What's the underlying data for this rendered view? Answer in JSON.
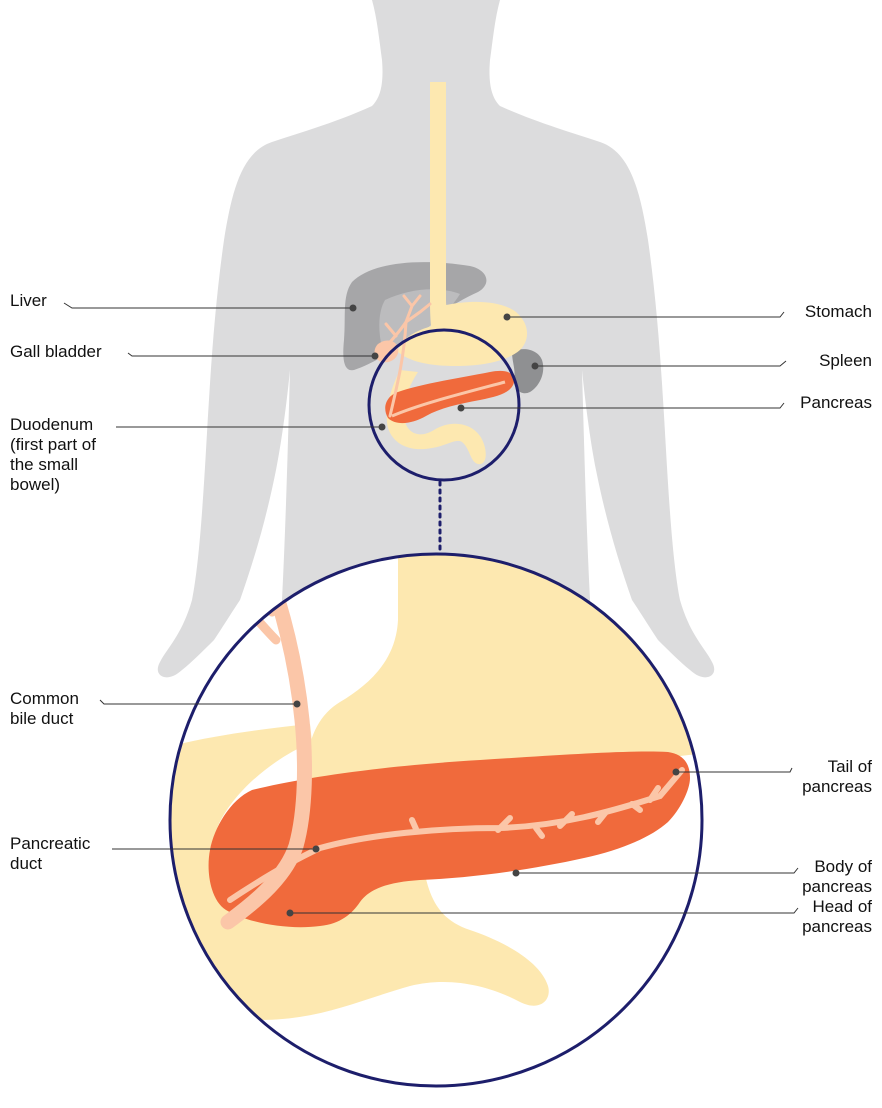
{
  "colors": {
    "body": "#dcdcdd",
    "liver": "#a6a6a8",
    "liver_light": "#bcbcbe",
    "spleen": "#8f9092",
    "gut": "#fde8b0",
    "pancreas": "#f06a3c",
    "duct": "#fbc6a8",
    "circle": "#1d1e6b",
    "leader": "#333333",
    "dot": "#444444"
  },
  "labels": {
    "liver": "Liver",
    "gall_bladder": "Gall bladder",
    "duodenum": "Duodenum\n(first part of\nthe small\nbowel)",
    "stomach": "Stomach",
    "spleen": "Spleen",
    "pancreas": "Pancreas",
    "common_bile_duct": "Common\nbile duct",
    "pancreatic_duct": "Pancreatic\nduct",
    "tail_of_pancreas": "Tail of\npancreas",
    "body_of_pancreas": "Body of\npancreas",
    "head_of_pancreas": "Head of\npancreas"
  }
}
